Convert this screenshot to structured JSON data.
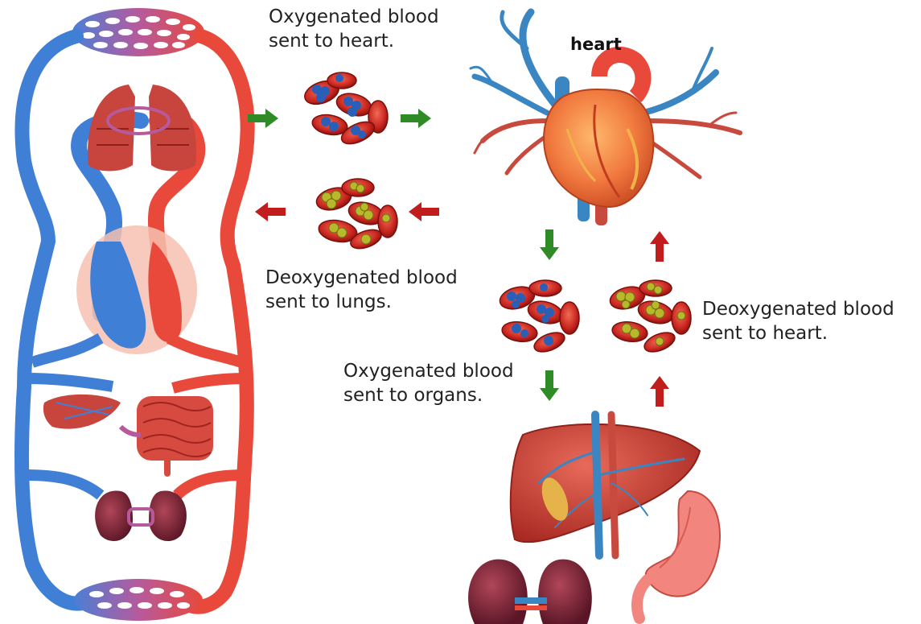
{
  "labels": {
    "heart": "heart",
    "oxy_to_heart": [
      "Oxygenated blood",
      "sent to heart."
    ],
    "deoxy_to_lungs": [
      "Deoxygenated blood",
      "sent to lungs."
    ],
    "oxy_to_organs": [
      "Oxygenated blood",
      "sent to organs."
    ],
    "deoxy_to_heart": [
      "Deoxygenated blood",
      "sent to heart."
    ]
  },
  "colors": {
    "oxygenated_vessel": "#e8493b",
    "deoxygenated_vessel": "#3f7fd6",
    "flow_green": "#2e8b25",
    "flow_red": "#c21d1d",
    "red_cell": "#c8261f",
    "oxygen_molecule": "#2a5fb8",
    "co2_molecule": "#b7b82a"
  },
  "icons": [
    "circulatory-system-icon",
    "lungs-icon",
    "heart-icon",
    "liver-icon",
    "intestine-icon",
    "kidney-icon",
    "stomach-icon",
    "red-blood-cell-icon",
    "arrow-icon"
  ]
}
